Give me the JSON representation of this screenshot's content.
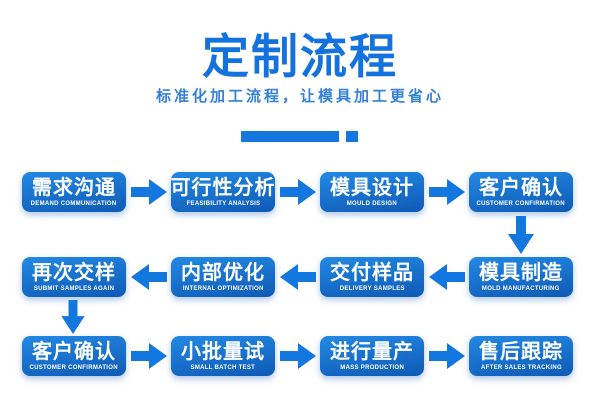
{
  "header": {
    "title": "定制流程",
    "subtitle": "标准化加工流程，让模具加工更省心"
  },
  "colors": {
    "background": "#ffffff",
    "title_color": "#1472dd",
    "subtitle_color": "#3481d8",
    "divider_color": "#1377dd",
    "box_gradient_top": "#2389e4",
    "box_gradient_bottom": "#0e5ab6",
    "arrow_color": "#1377e0",
    "step_text_color": "#ffffff"
  },
  "flow": {
    "rows": [
      {
        "direction": "right",
        "steps": [
          {
            "zh": "需求沟通",
            "en": "DEMAND COMMUNICATION"
          },
          {
            "zh": "可行性分析",
            "en": "FEASIBILITY ANALYSIS"
          },
          {
            "zh": "模具设计",
            "en": "MOULD DESIGN"
          },
          {
            "zh": "客户确认",
            "en": "CUSTOMER CONFIRMATION"
          }
        ]
      },
      {
        "direction": "left",
        "steps": [
          {
            "zh": "再次交样",
            "en": "SUBMIT SAMPLES AGAIN"
          },
          {
            "zh": "内部优化",
            "en": "INTERNAL OPTIMIZATION"
          },
          {
            "zh": "交付样品",
            "en": "DELIVERY SAMPLES"
          },
          {
            "zh": "模具制造",
            "en": "MOLD MANUFACTURING"
          }
        ]
      },
      {
        "direction": "right",
        "steps": [
          {
            "zh": "客户确认",
            "en": "CUSTOMER CONFIRMATION"
          },
          {
            "zh": "小批量试",
            "en": "SMALL BATCH TEST"
          },
          {
            "zh": "进行量产",
            "en": "MASS PRODUCTION"
          },
          {
            "zh": "售后跟踪",
            "en": "AFTER SALES TRACKING"
          }
        ]
      }
    ]
  }
}
